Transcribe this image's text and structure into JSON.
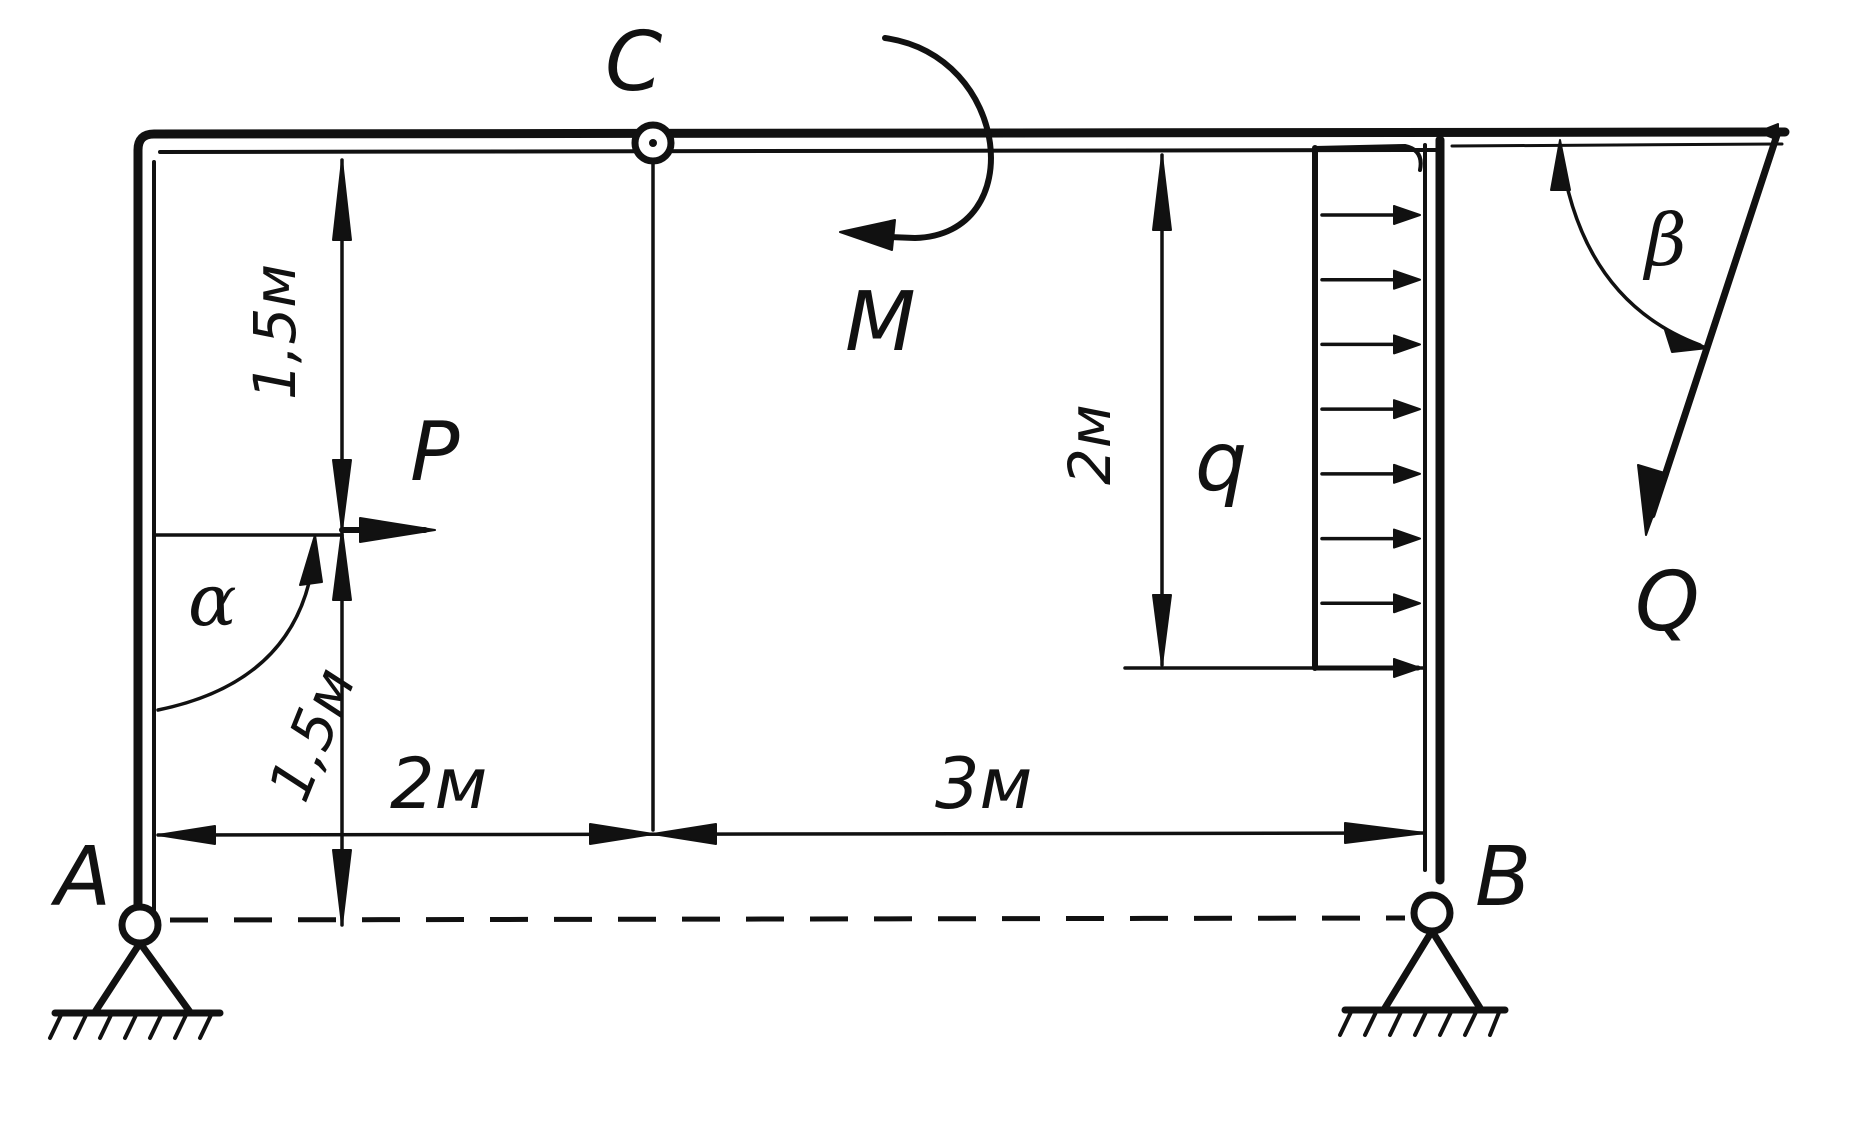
{
  "labels": {
    "point_a": "A",
    "point_b": "B",
    "point_c": "C",
    "moment": "M",
    "force_p": "P",
    "force_q": "Q",
    "load_q": "q",
    "angle_alpha": "α",
    "angle_beta": "β"
  },
  "dimensions": {
    "upper_left": "1,5м",
    "lower_left": "1,5м",
    "left_span": "2м",
    "right_span": "3м",
    "load_height": "2м"
  }
}
